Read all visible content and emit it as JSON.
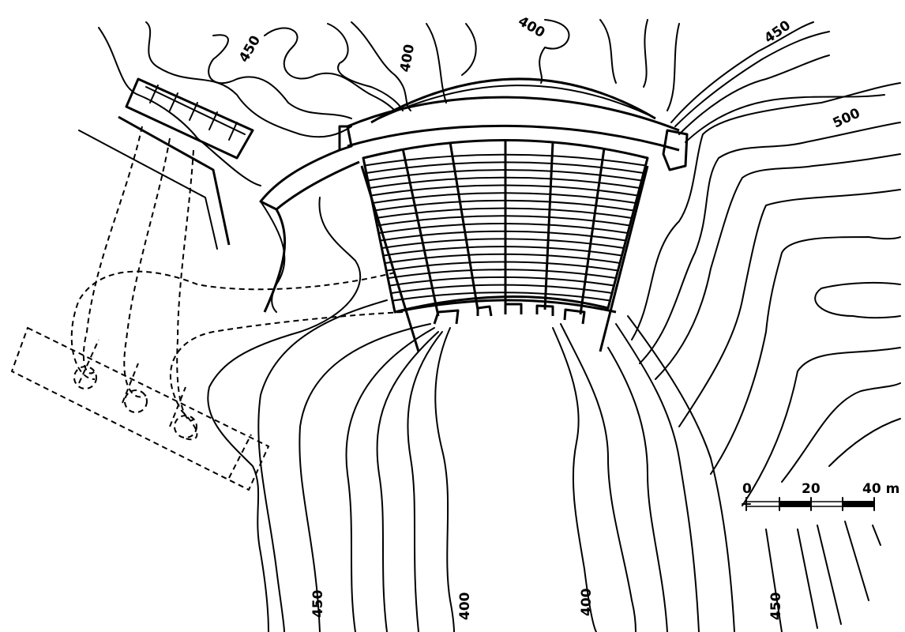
{
  "contour_labels": {
    "top_left_450": "450",
    "top_400_a": "400",
    "top_400_b": "400",
    "top_right_450": "450",
    "right_500": "500",
    "bottom_450_left": "450",
    "bottom_400_a": "400",
    "bottom_400_b": "400",
    "bottom_450_right": "450"
  },
  "scale_bar": {
    "tick_0": "0",
    "tick_20": "20",
    "tick_40": "40 m"
  },
  "colors": {
    "ink": "#000000",
    "paper": "#ffffff"
  }
}
